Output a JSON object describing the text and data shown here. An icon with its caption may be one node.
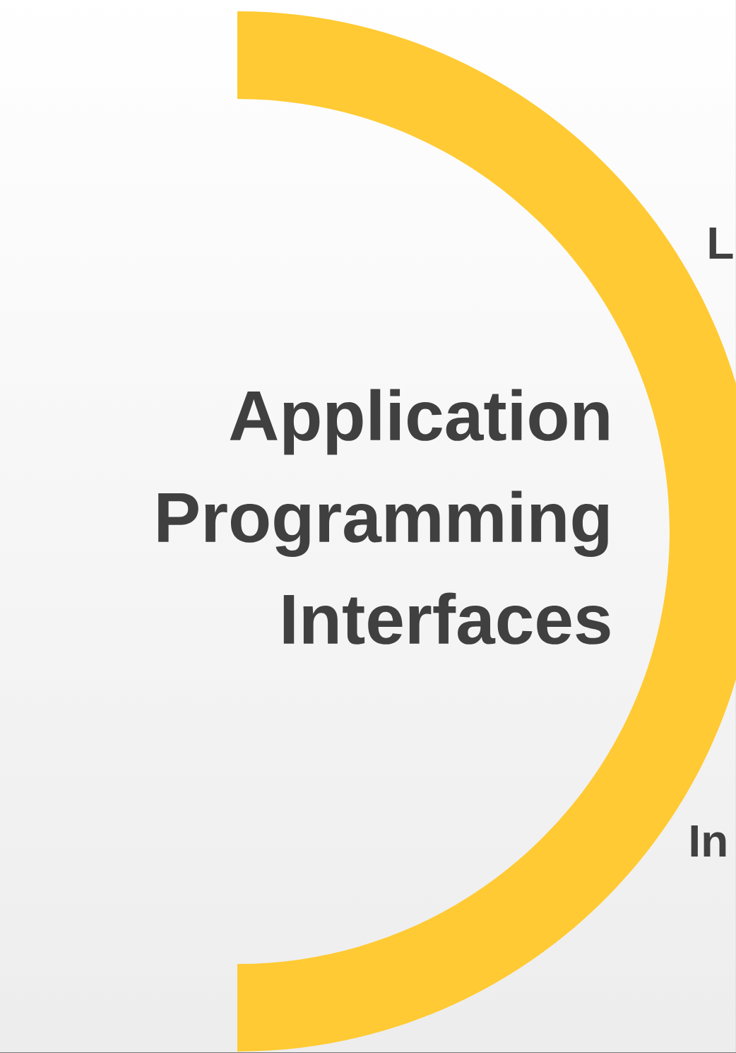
{
  "diagram": {
    "title": "Application Programming Interfaces",
    "labels": [
      "L",
      "In"
    ]
  }
}
